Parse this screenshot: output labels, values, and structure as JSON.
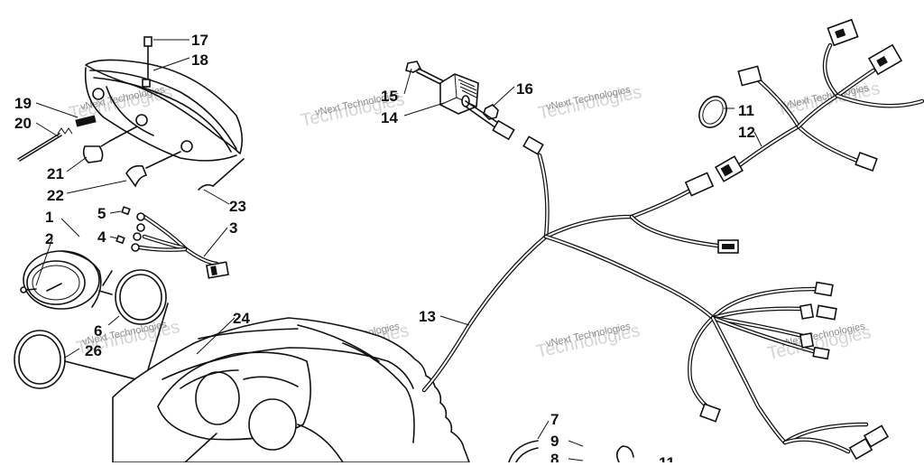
{
  "diagram": {
    "callouts": [
      {
        "id": "c17",
        "text": "17"
      },
      {
        "id": "c18",
        "text": "18"
      },
      {
        "id": "c19",
        "text": "19"
      },
      {
        "id": "c20",
        "text": "20"
      },
      {
        "id": "c21",
        "text": "21"
      },
      {
        "id": "c22",
        "text": "22"
      },
      {
        "id": "c23",
        "text": "23"
      },
      {
        "id": "c1",
        "text": "1"
      },
      {
        "id": "c2",
        "text": "2"
      },
      {
        "id": "c5",
        "text": "5"
      },
      {
        "id": "c4",
        "text": "4"
      },
      {
        "id": "c3",
        "text": "3"
      },
      {
        "id": "c6",
        "text": "6"
      },
      {
        "id": "c26",
        "text": "26"
      },
      {
        "id": "c24",
        "text": "24"
      },
      {
        "id": "c15",
        "text": "15"
      },
      {
        "id": "c14",
        "text": "14"
      },
      {
        "id": "c16",
        "text": "16"
      },
      {
        "id": "c11a",
        "text": "11"
      },
      {
        "id": "c12",
        "text": "12"
      },
      {
        "id": "c13",
        "text": "13"
      },
      {
        "id": "c7",
        "text": "7"
      },
      {
        "id": "c9",
        "text": "9"
      },
      {
        "id": "c8",
        "text": "8"
      },
      {
        "id": "c11b",
        "text": "11"
      }
    ],
    "watermark": {
      "small": "vNext Technologies",
      "large": "Technologies"
    },
    "colors": {
      "ink": "#111111",
      "background": "#ffffff",
      "watermark": "#8a8a8a"
    }
  }
}
